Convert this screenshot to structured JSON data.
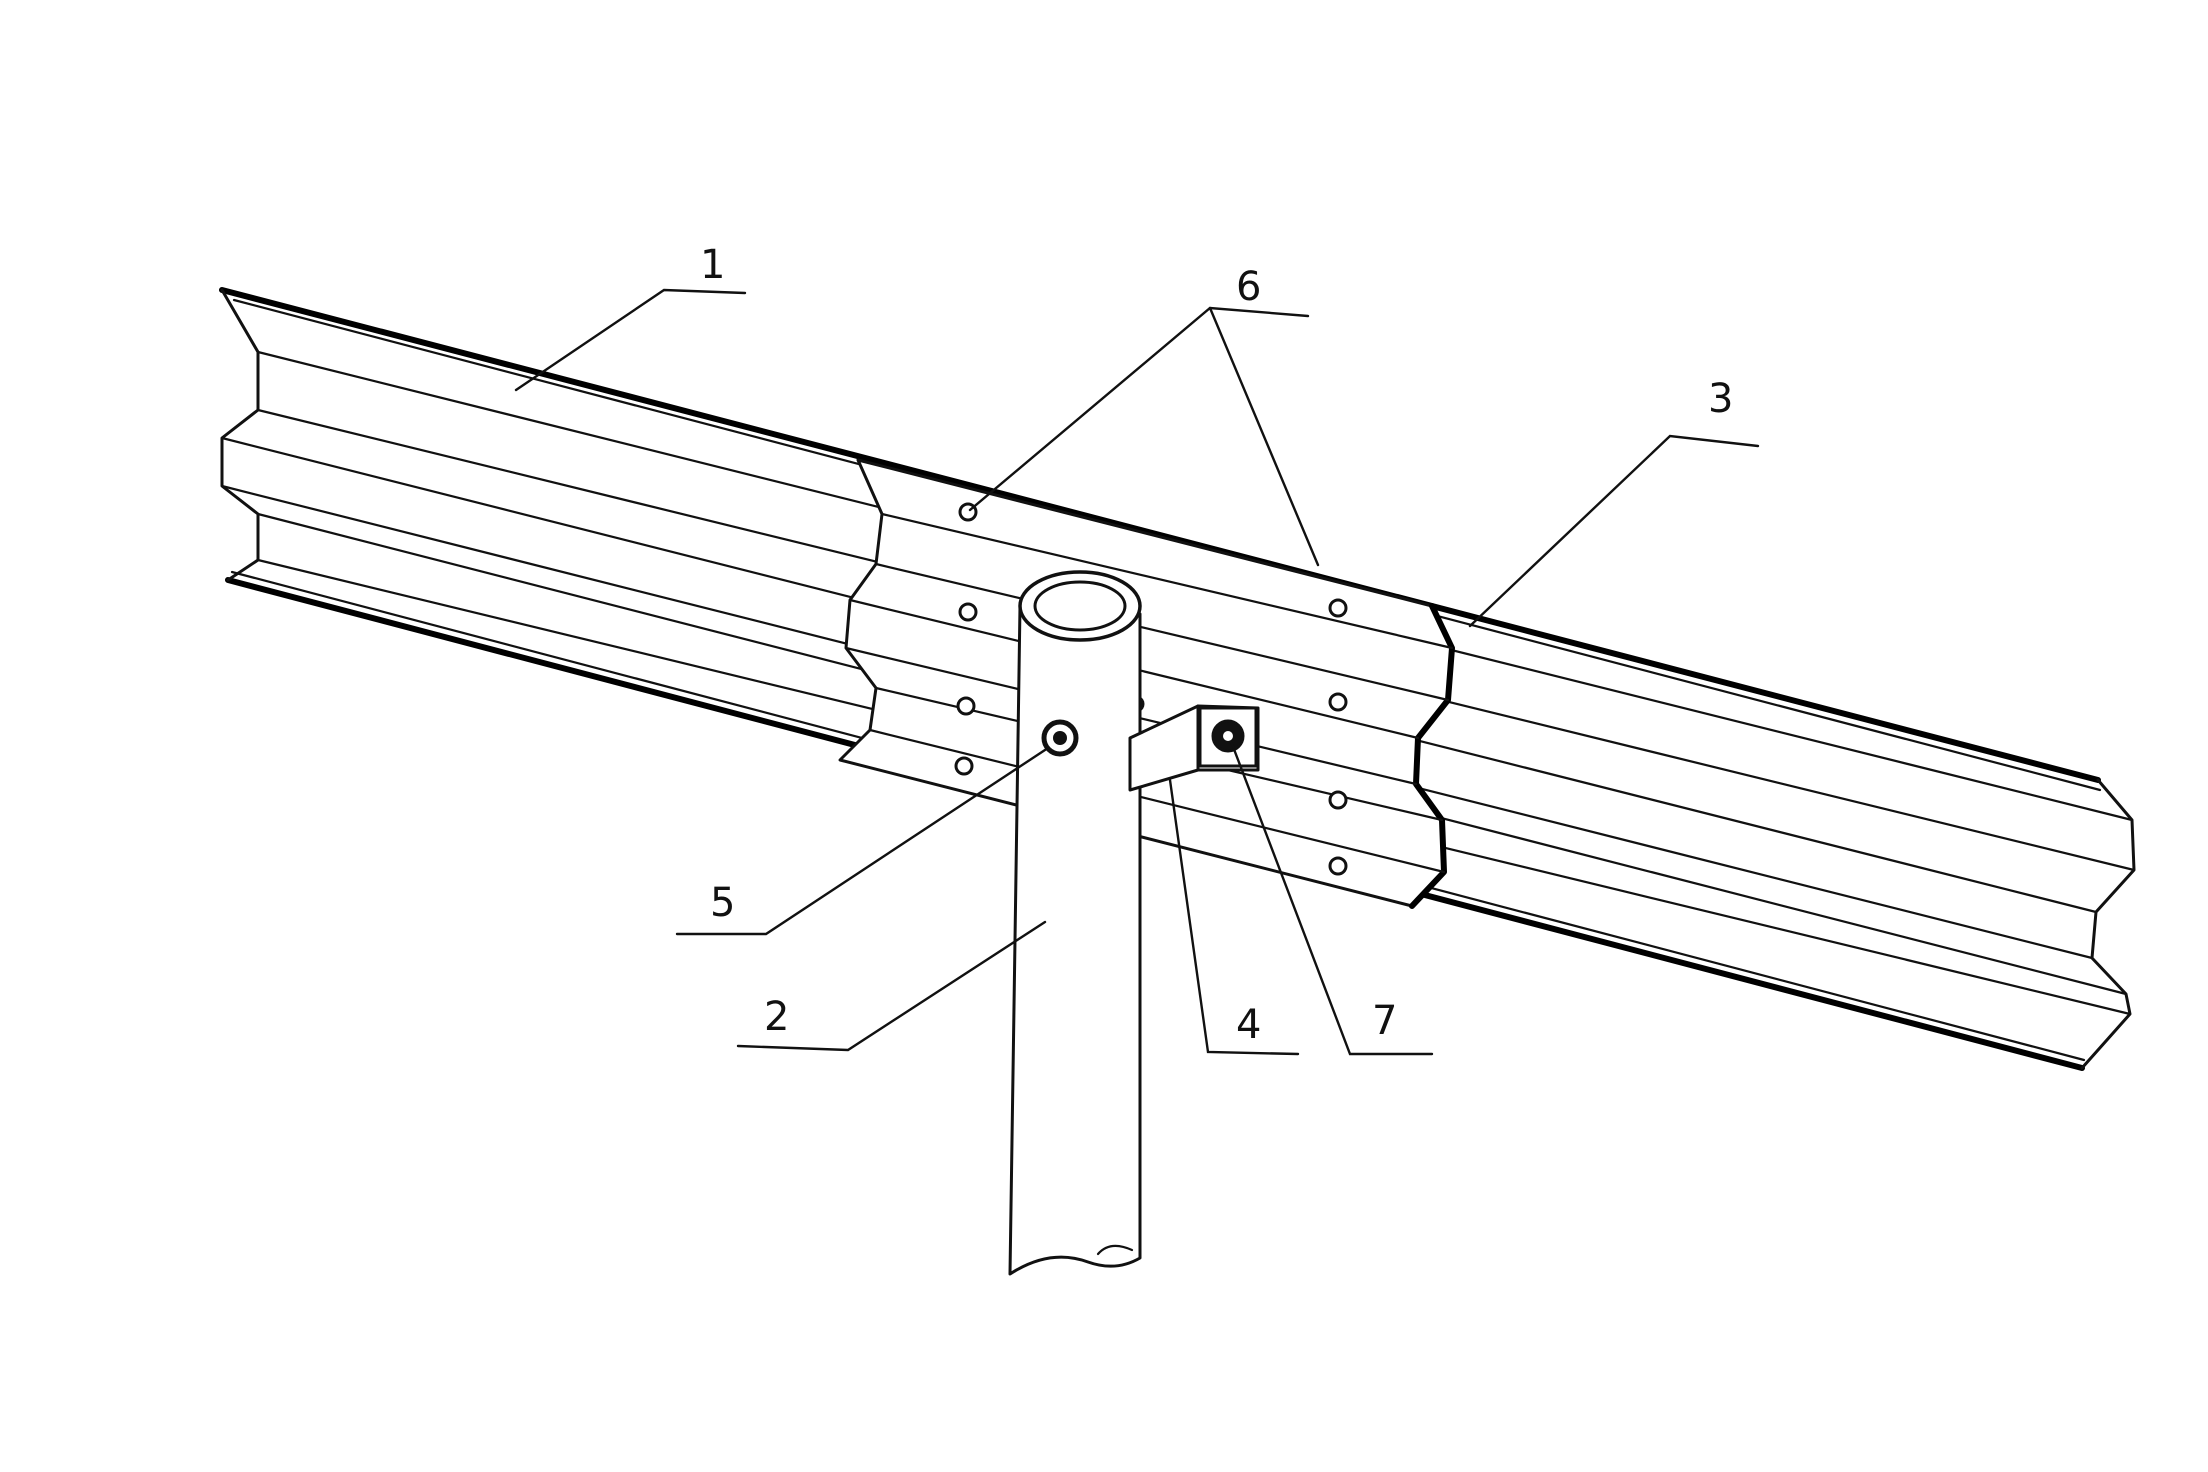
{
  "labels": {
    "rail_beam": "1",
    "post": "2",
    "splice_plate": "3",
    "bracket": "4",
    "post_bolt": "5",
    "splice_bolts": "6",
    "bracket_bolt": "7"
  }
}
